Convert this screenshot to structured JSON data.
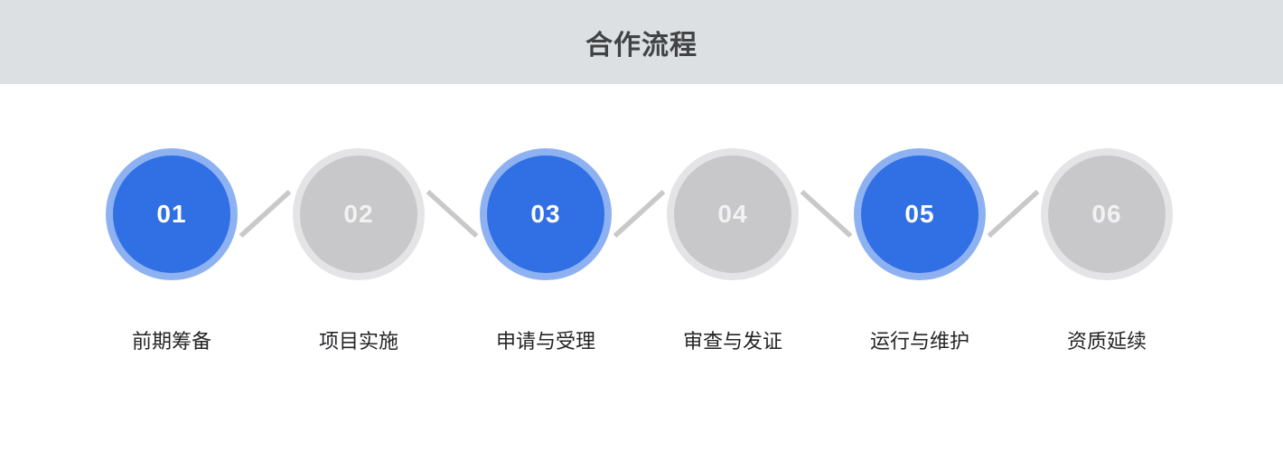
{
  "header": {
    "title": "合作流程"
  },
  "steps": [
    {
      "number": "01",
      "label": "前期筹备",
      "active": true
    },
    {
      "number": "02",
      "label": "项目实施",
      "active": false
    },
    {
      "number": "03",
      "label": "申请与受理",
      "active": true
    },
    {
      "number": "04",
      "label": "审查与发证",
      "active": false
    },
    {
      "number": "05",
      "label": "运行与维护",
      "active": true
    },
    {
      "number": "06",
      "label": "资质延续",
      "active": false
    }
  ],
  "colors": {
    "header_bg": "#dde0e3",
    "title_text": "#414345",
    "active_fill": "#3070e4",
    "active_ring": "#8eb2f1",
    "inactive_fill": "#c8c8ca",
    "inactive_ring": "#e4e4e6",
    "connector_line": "#c9c9c9",
    "number_active": "#ffffff",
    "number_inactive": "#f2f2f2",
    "label_text": "#242527"
  }
}
